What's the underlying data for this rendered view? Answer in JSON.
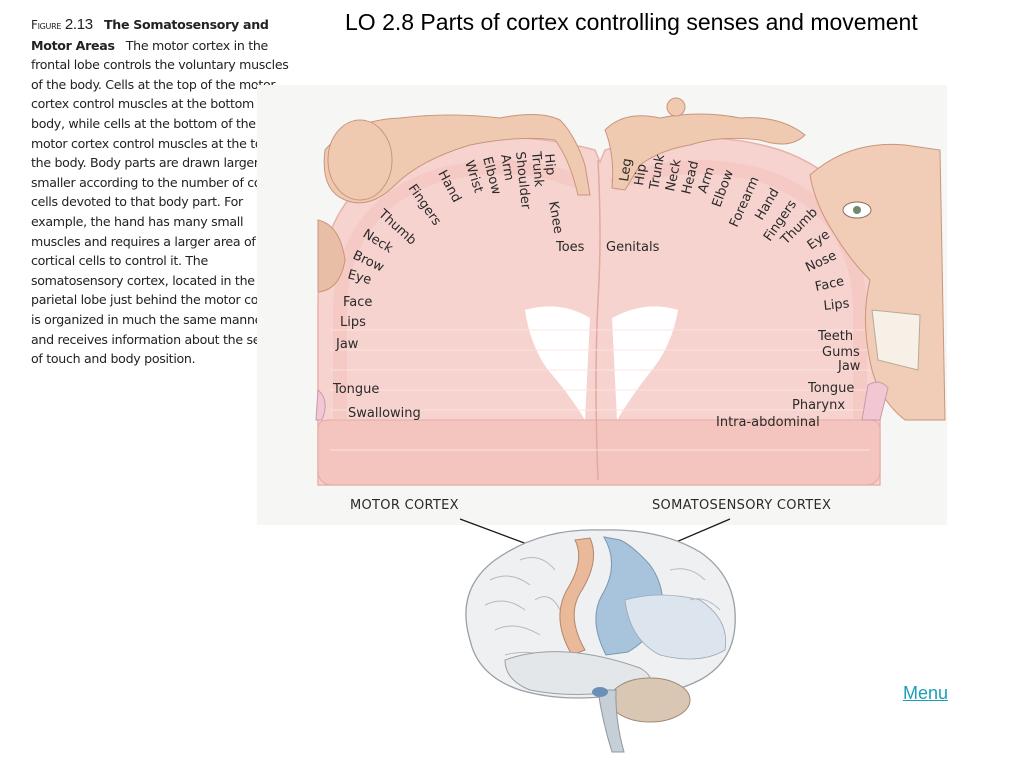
{
  "slide": {
    "title": "LO 2.8  Parts of cortex controlling senses and movement",
    "menu_label": "Menu"
  },
  "caption": {
    "figure_word": "Figure",
    "figure_number": "2.13",
    "figure_title": "The Somatosensory and Motor Areas",
    "body": "The motor cortex in the frontal lobe controls the voluntary muscles of the body. Cells at the top of the motor cortex control muscles at the bottom of the body, while cells at the bottom of the motor cortex control muscles at the top of the body. Body parts are drawn larger or smaller according to the number of cortical cells devoted to that body part. For example, the hand has many small muscles and requires a larger area of cortical cells to control it. The somatosensory cortex, located in the parietal lobe just behind the motor cortex, is organized in much the same manner, and receives information about the sense of touch and body position."
  },
  "diagram": {
    "motor_labels": [
      "Toes",
      "Knee",
      "Hip",
      "Trunk",
      "Shoulder",
      "Arm",
      "Elbow",
      "Wrist",
      "Hand",
      "Fingers",
      "Thumb",
      "Neck",
      "Brow",
      "Eye",
      "Face",
      "Lips",
      "Jaw",
      "Tongue",
      "Swallowing"
    ],
    "sensory_labels": [
      "Genitals",
      "Leg",
      "Hip",
      "Trunk",
      "Neck",
      "Head",
      "Arm",
      "Elbow",
      "Forearm",
      "Hand",
      "Fingers",
      "Thumb",
      "Eye",
      "Nose",
      "Face",
      "Lips",
      "Teeth",
      "Gums",
      "Jaw",
      "Tongue",
      "Pharynx",
      "Intra-abdominal"
    ],
    "motor_cortex_label": "MOTOR CORTEX",
    "sensory_cortex_label": "SOMATOSENSORY CORTEX"
  },
  "colors": {
    "cortex_fill": "#f7d3cf",
    "motor_strip": "#e9b99a",
    "sensory_strip": "#a8c4dc",
    "menu_link": "#1a9fb8"
  }
}
